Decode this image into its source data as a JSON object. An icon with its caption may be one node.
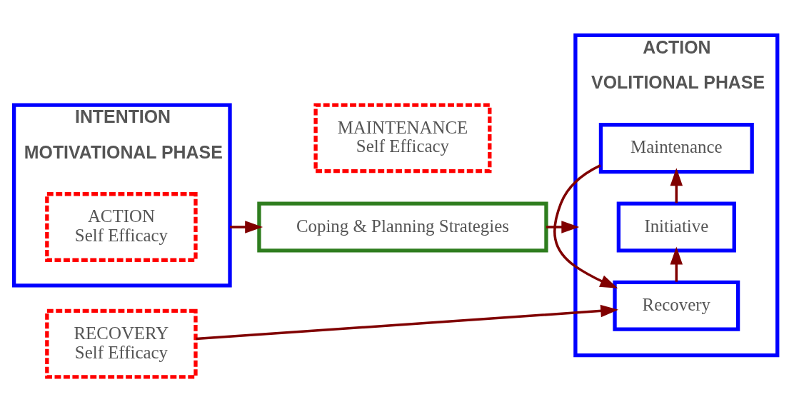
{
  "diagram": {
    "nodes": [
      {
        "text": [
          "INTENTION",
          "MOTIVATIONAL PHASE"
        ]
      },
      {
        "text": [
          "ACTION",
          "Self Efficacy"
        ],
        "in": 0
      },
      {
        "text": [
          "MAINTENANCE",
          "Self Efficacy"
        ]
      },
      {
        "text": [
          "Coping & Planning Strategies"
        ]
      },
      {
        "text": [
          "ACTION",
          "VOLITIONAL PHASE"
        ]
      },
      {
        "text": [
          "Initiative"
        ],
        "in": 4
      },
      {
        "text": [
          "Maintenance"
        ],
        "in": 4
      },
      {
        "text": [
          "Recovery"
        ],
        "in": 4
      },
      {
        "text": [
          "RECOVERY",
          "Self Efficacy"
        ]
      }
    ],
    "edges": [
      {
        "from": 0,
        "to": 3,
        "arrow": "to"
      },
      {
        "from": 3,
        "to": 4,
        "arrow": "to"
      },
      {
        "from": 5,
        "to": 6,
        "arrow": "to"
      },
      {
        "from": 6,
        "to": 7,
        "arrow": "to"
      },
      {
        "from": 7,
        "to": 5,
        "arrow": "to"
      },
      {
        "from": 8,
        "to": 7,
        "arrow": "to"
      }
    ]
  }
}
